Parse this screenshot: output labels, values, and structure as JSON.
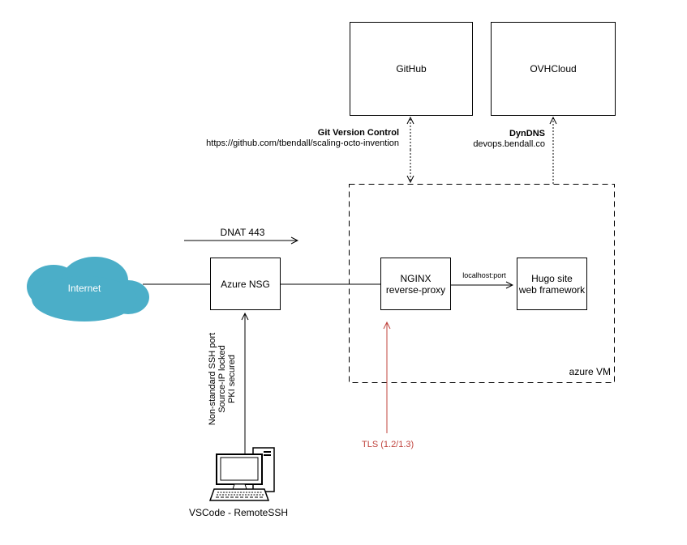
{
  "diagram": {
    "nodes": {
      "internet": {
        "label": "Internet"
      },
      "azure_nsg": {
        "label": "Azure NSG"
      },
      "github": {
        "label": "GitHub"
      },
      "ovhcloud": {
        "label": "OVHCloud"
      },
      "nginx": {
        "line1": "NGINX",
        "line2": "reverse-proxy"
      },
      "hugo": {
        "line1": "Hugo site",
        "line2": "web framework"
      },
      "azure_vm": {
        "label": "azure VM"
      },
      "workstation": {
        "label": "VSCode - RemoteSSH"
      }
    },
    "edges": {
      "dnat": {
        "label": "DNAT 443"
      },
      "localhost": {
        "label": "localhost:port"
      },
      "git": {
        "title": "Git Version Control",
        "url": "https://github.com/tbendall/scaling-octo-invention"
      },
      "dyndns": {
        "title": "DynDNS",
        "host": "devops.bendall.co"
      },
      "tls": {
        "label": "TLS (1.2/1.3)"
      },
      "ssh_notes": [
        "Non-standard SSH port",
        "Source-IP locked",
        "PKI secured"
      ]
    },
    "colors": {
      "cloud": "#4BAEC8",
      "accent_red": "#C0443E"
    }
  }
}
